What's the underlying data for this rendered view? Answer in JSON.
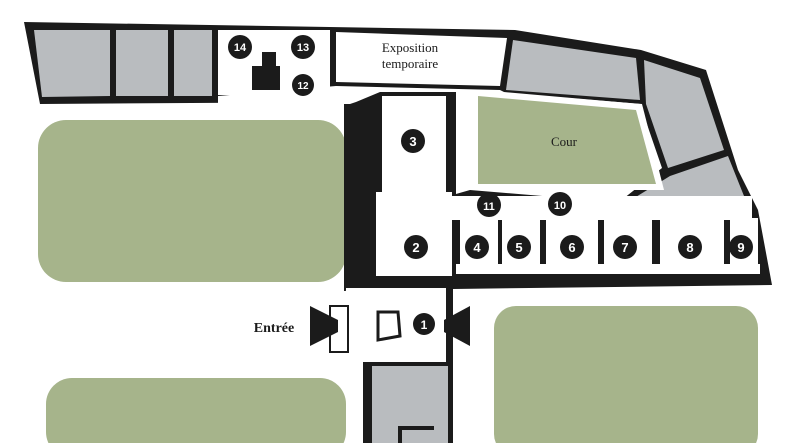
{
  "map": {
    "labels": {
      "exposition_line1": "Exposition",
      "exposition_line2": "temporaire",
      "cour": "Cour",
      "entree": "Entrée"
    },
    "rooms": [
      "1",
      "2",
      "3",
      "4",
      "5",
      "6",
      "7",
      "8",
      "9",
      "10",
      "11",
      "12",
      "13",
      "14"
    ],
    "colors": {
      "gallery_gray": "#b9bcbf",
      "garden_green": "#a6b48b",
      "wall": "#1b1b1b",
      "corridor": "#ffffff",
      "marker": "#1b1b1b"
    }
  }
}
